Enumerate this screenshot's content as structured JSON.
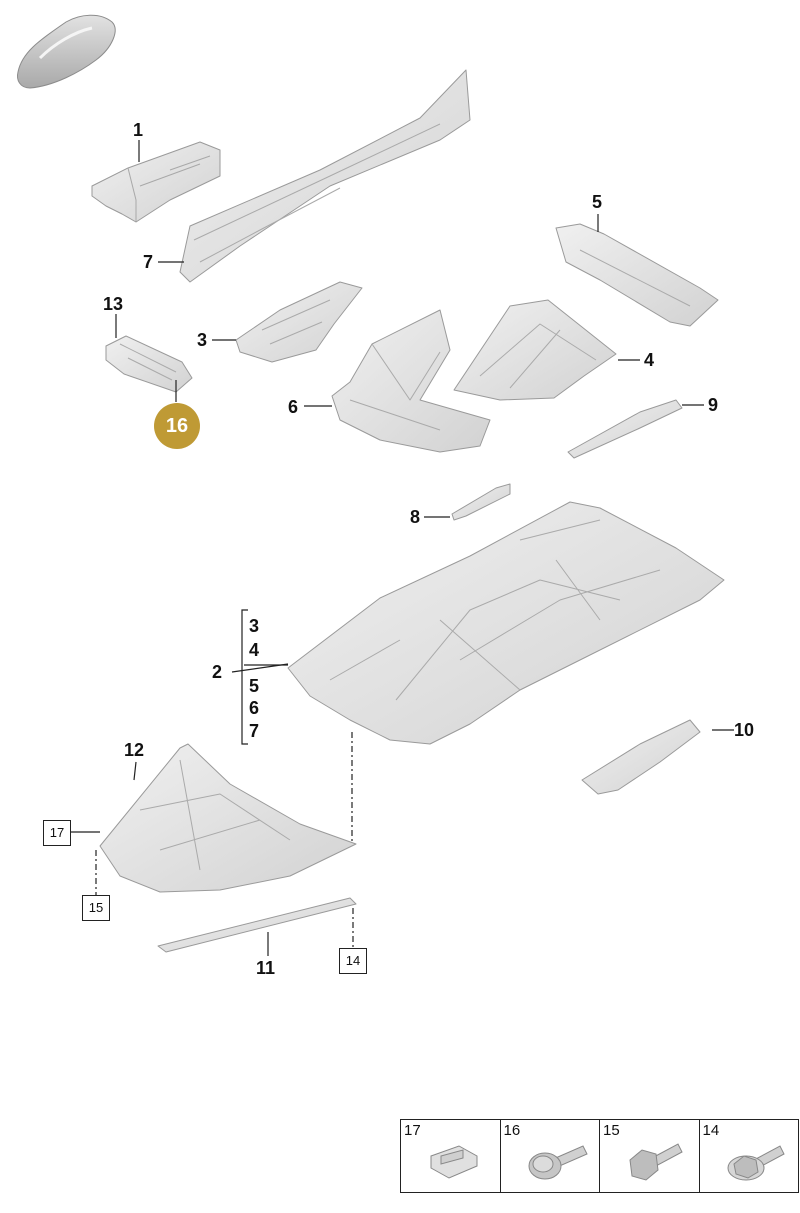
{
  "callouts": {
    "c1": "1",
    "c2": "2",
    "c3": "3",
    "c4": "4",
    "c5": "5",
    "c6": "6",
    "c7": "7",
    "c8": "8",
    "c9": "9",
    "c10": "10",
    "c11": "11",
    "c12": "12",
    "c13": "13",
    "group": [
      "3",
      "4",
      "5",
      "6",
      "7"
    ]
  },
  "badge": {
    "label": "16",
    "color": "#bf9a35"
  },
  "boxed": {
    "b17": "17",
    "b15": "15",
    "b14": "14"
  },
  "legend": [
    {
      "number": "17",
      "icon": "clip-nut-icon"
    },
    {
      "number": "16",
      "icon": "flange-bolt-icon"
    },
    {
      "number": "15",
      "icon": "hex-bolt-icon"
    },
    {
      "number": "14",
      "icon": "hex-bolt-washer-icon"
    }
  ],
  "colors": {
    "part_fill": "#e6e6e6",
    "part_stroke": "#9a9a9a",
    "badge": "#bf9a35"
  }
}
